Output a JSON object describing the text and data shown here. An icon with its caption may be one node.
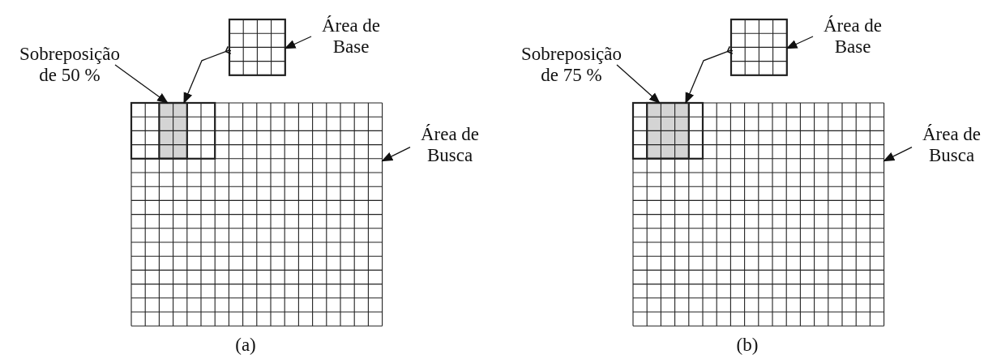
{
  "diagram": {
    "nodes": [
      {
        "text": [
          "Sobreposição de 50 %"
        ]
      },
      {
        "text": [
          "Área de Base"
        ]
      },
      {
        "text": [
          "Área de Busca"
        ]
      },
      {
        "text": [],
        "shape": "grid"
      },
      {
        "text": [],
        "shape": "grid"
      },
      {
        "text": [],
        "shape": "box",
        "in": 4
      },
      {
        "text": [
          "Sobreposição de 75 %"
        ]
      },
      {
        "text": [
          "Área de Base"
        ]
      },
      {
        "text": [
          "Área de Busca"
        ]
      },
      {
        "text": [],
        "shape": "grid"
      },
      {
        "text": [],
        "shape": "grid"
      },
      {
        "text": [],
        "shape": "box",
        "in": 10
      }
    ],
    "edges": [
      {
        "from": 0,
        "to": 5,
        "arrow": "to"
      },
      {
        "from": 1,
        "to": 3,
        "arrow": "to"
      },
      {
        "from": 2,
        "to": 4,
        "arrow": "to"
      },
      {
        "from": 3,
        "to": 4,
        "arrow": "to"
      },
      {
        "from": 6,
        "to": 11,
        "arrow": "to"
      },
      {
        "from": 7,
        "to": 9,
        "arrow": "to"
      },
      {
        "from": 8,
        "to": 10,
        "arrow": "to"
      },
      {
        "from": 9,
        "to": 10,
        "arrow": "to"
      }
    ],
    "labels": [
      "(a)",
      "(b)"
    ]
  }
}
